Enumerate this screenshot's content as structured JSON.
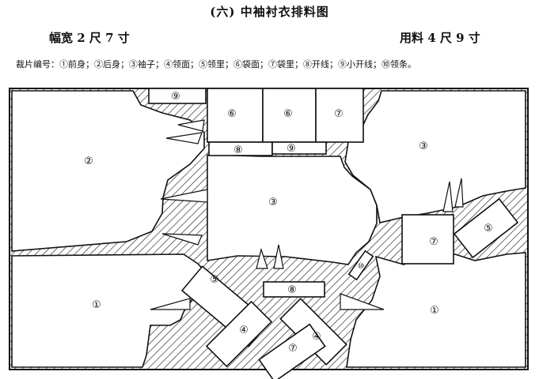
{
  "title": "(六) 中袖衬衣排料图",
  "fabric_width": "幅宽 2 尺 7 寸",
  "fabric_usage": "用料 4 尺 9 寸",
  "legend": "裁片编号：①前身；②后身；③袖子；④领面；⑤领里；⑥袋面；⑦袋里；⑧开线；⑨小开线；⑩领条。",
  "pieces": {
    "back_body": "②",
    "sleeve_right": "③",
    "sleeve_center": "③",
    "front_left": "①",
    "front_right": "①",
    "pocket_face_1": "⑥",
    "pocket_face_2": "⑥",
    "pocket_lining_top": "⑦",
    "pocket_lining_right": "⑦",
    "pocket_lining_bottom": "⑦",
    "welt_small_top": "⑨",
    "welt_small_mid": "⑨",
    "welt_top": "⑧",
    "welt_bottom": "⑧",
    "collar_underside_left": "⑤",
    "collar_underside_right": "⑤",
    "collar_face_left": "④",
    "collar_face_right": "④",
    "collar_strip": "⑩"
  }
}
